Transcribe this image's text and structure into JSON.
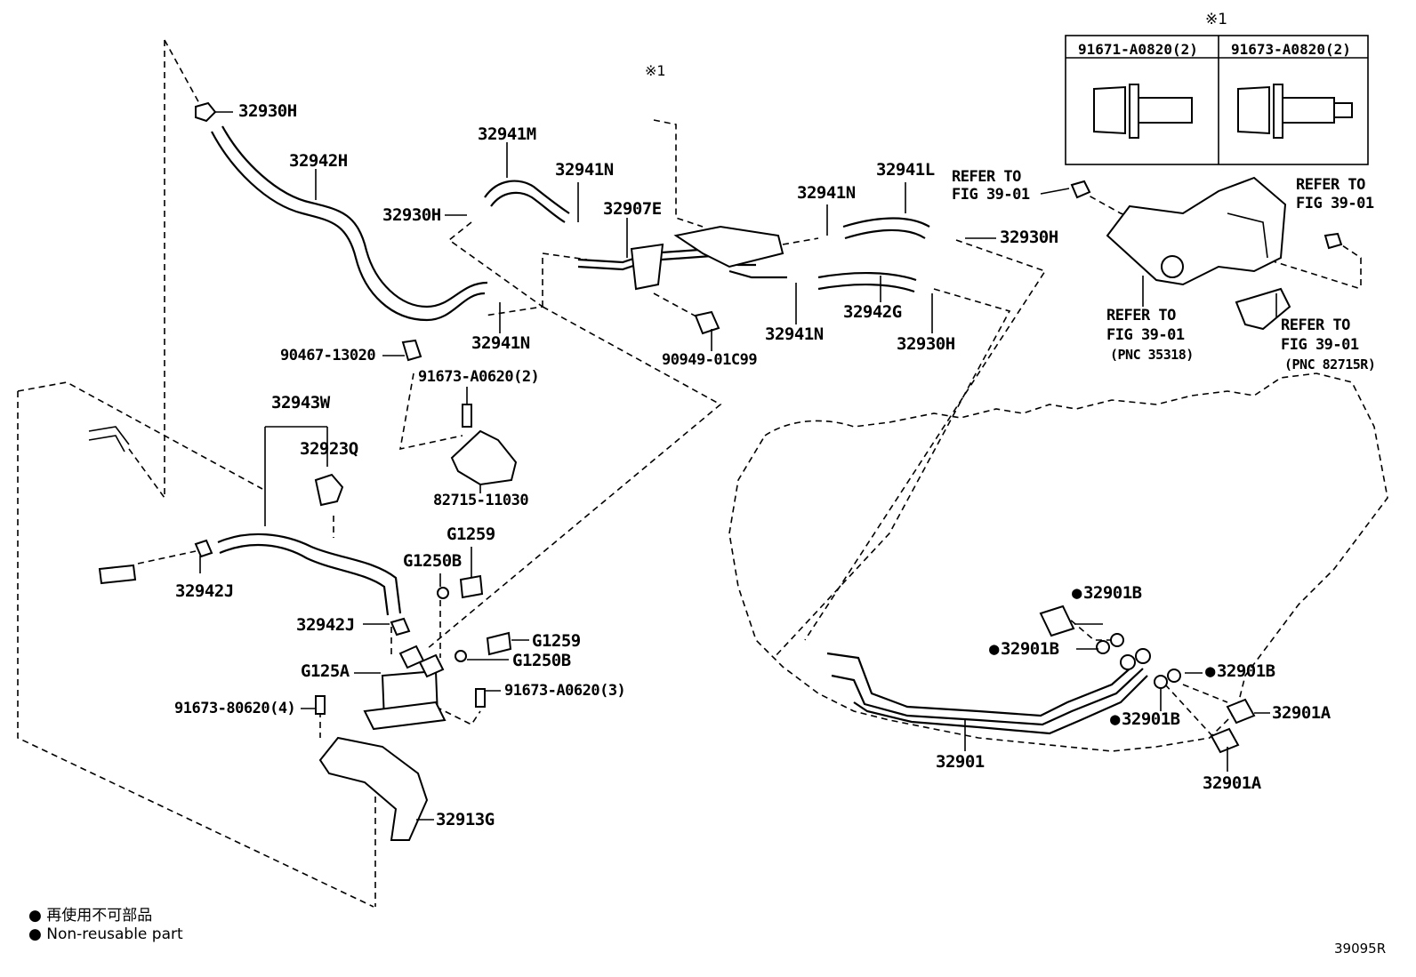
{
  "diagram": {
    "figure_number": "39095R",
    "reference_mark": "※1",
    "inset_box": {
      "mark": "※1",
      "columns": [
        "91671-A0820(2)",
        "91673-A0820(2)"
      ]
    },
    "labels": {
      "p32930H_a": "32930H",
      "p32942H": "32942H",
      "p32941M": "32941M",
      "p32941N_a": "32941N",
      "p32930H_b": "32930H",
      "p32907E": "32907E",
      "mark1": "※1",
      "p32941N_b": "32941N",
      "p32941L": "32941L",
      "p32930H_c": "32930H",
      "p32941N_c": "32941N",
      "p32941N_d": "32941N",
      "p32942G": "32942G",
      "p32930H_d": "32930H",
      "p90467": "90467-13020",
      "p91673_a0620_2": "91673-A0620(2)",
      "p90949": "90949-01C99",
      "p32943W": "32943W",
      "p32923Q": "32923Q",
      "p82715": "82715-11030",
      "p32942J_a": "32942J",
      "pG1259_a": "G1259",
      "pG1250B_a": "G1250B",
      "p32942J_b": "32942J",
      "pG1259_b": "G1259",
      "pG1250B_b": "G1250B",
      "pG125A": "G125A",
      "p91673_a0620_3": "91673-A0620(3)",
      "p91673_80620": "91673-80620(4)",
      "p32913G": "32913G",
      "p32901": "32901",
      "p32901B_a": "32901B",
      "p32901B_b": "32901B",
      "p32901B_c": "32901B",
      "p32901B_d": "32901B",
      "p32901A_a": "32901A",
      "p32901A_b": "32901A"
    },
    "refer_labels": {
      "r1_a": "REFER TO",
      "r1_b": "FIG 39-01",
      "r2_a": "REFER TO",
      "r2_b": "FIG 39-01",
      "r3_a": "REFER TO",
      "r3_b": "FIG 39-01",
      "r3_c": "(PNC 35318)",
      "r4_a": "REFER TO",
      "r4_b": "FIG 39-01",
      "r4_c": "(PNC 82715R)"
    },
    "legend": {
      "line1": "再使用不可部品",
      "line2": "Non-reusable part"
    }
  }
}
